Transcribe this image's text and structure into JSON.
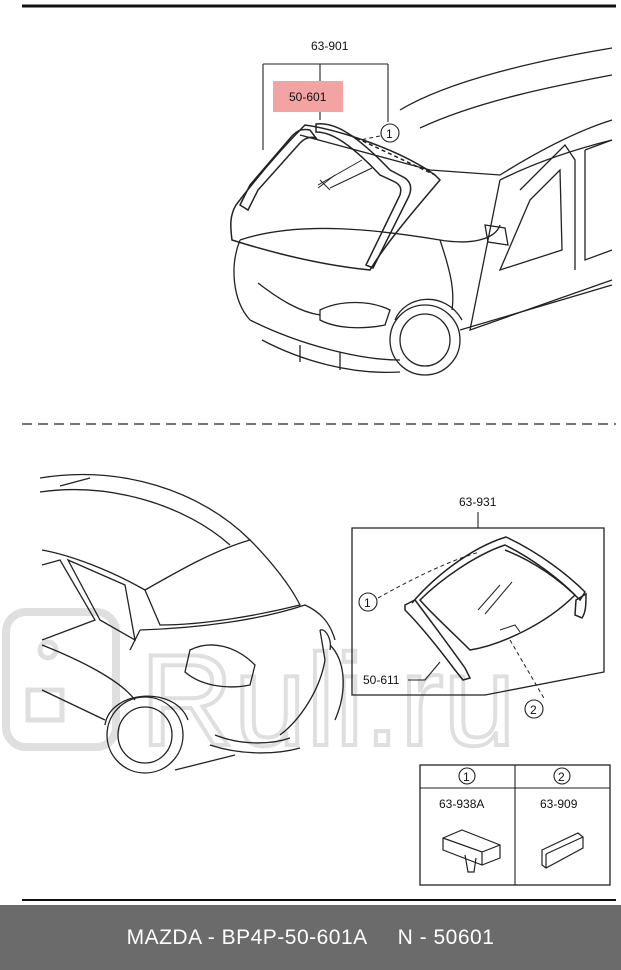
{
  "callouts": {
    "top_assembly": "63-901",
    "windshield_glass": "50-601",
    "rear_assembly": "63-931",
    "rear_glass": "50-611",
    "circle_1": "1",
    "circle_2": "2"
  },
  "legend": {
    "col1_number": "1",
    "col1_part": "63-938A",
    "col2_number": "2",
    "col2_part": "63-909"
  },
  "watermark": "Ruli.ru",
  "footer": {
    "part_info": "MAZDA - BP4P-50-601A",
    "number_info": "N - 50601"
  },
  "colors": {
    "highlight": "#f4a3a3",
    "line": "#222222",
    "footer_bg": "#6b6b6b",
    "watermark": "#dcdcdc"
  }
}
